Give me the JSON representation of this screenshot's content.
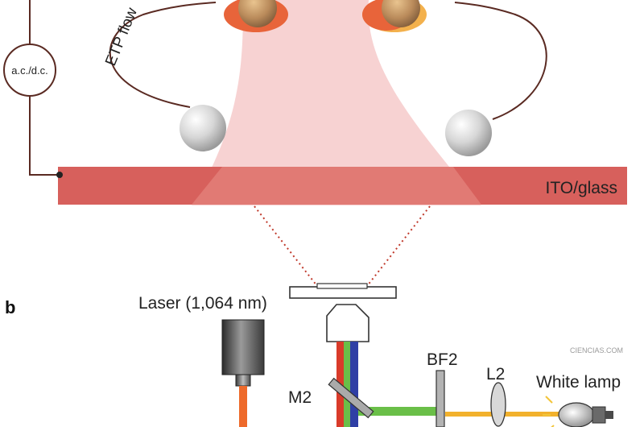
{
  "labels": {
    "source": "a.c./d.c.",
    "etp_flow": "ETP flow",
    "substrate": "ITO/glass",
    "panel_b": "b",
    "laser": "Laser (1,064 nm)",
    "m2": "M2",
    "bf2": "BF2",
    "l2": "L2",
    "white_lamp": "White lamp",
    "watermark": "CIENCIAS.COM"
  },
  "colors": {
    "cone": "#f6caca",
    "substrate": "#d7605c",
    "wire": "#5a2a22",
    "green_beam": "#6abf48",
    "blue_beam": "#2f3fa5",
    "red_beam": "#d93b2a",
    "orange_beam": "#ee6a2b",
    "yellow_beam": "#f2b12c"
  }
}
